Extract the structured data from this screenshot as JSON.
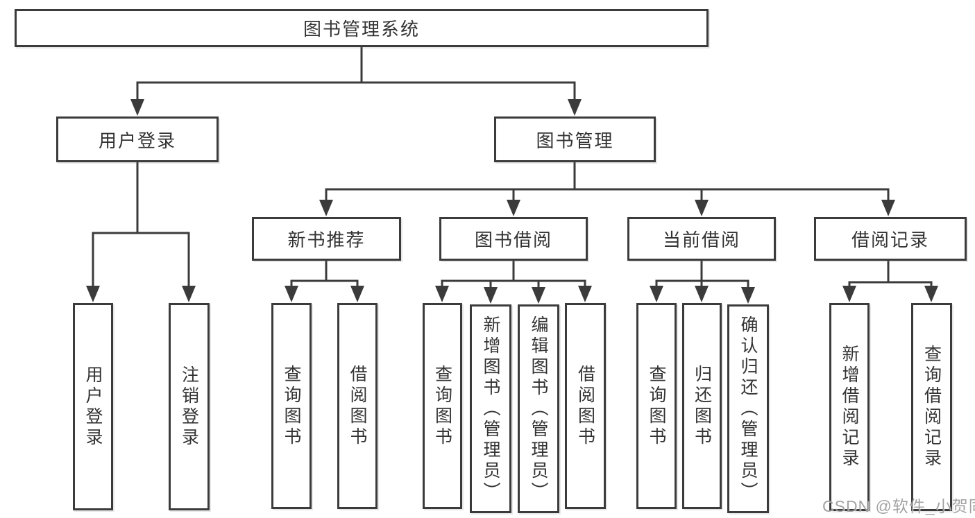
{
  "diagram": {
    "root": {
      "label": "图书管理系统"
    },
    "branches": [
      {
        "label": "用户登录",
        "leaves": [
          "用户登录",
          "注销登录"
        ]
      },
      {
        "label": "图书管理",
        "groups": [
          {
            "label": "新书推荐",
            "leaves": [
              "查询图书",
              "借阅图书"
            ]
          },
          {
            "label": "图书借阅",
            "leaves": [
              "查询图书",
              "新增图书（管理员）",
              "编辑图书（管理员）",
              "借阅图书"
            ]
          },
          {
            "label": "当前借阅",
            "leaves": [
              "查询图书",
              "归还图书",
              "确认归还（管理员）"
            ]
          },
          {
            "label": "借阅记录",
            "leaves": [
              "新增借阅记录",
              "查询借阅记录"
            ]
          }
        ]
      }
    ],
    "colors": {
      "line": "#3b3b3b",
      "text": "#333333",
      "box_bg": "#ffffff",
      "watermark": "#969696"
    }
  },
  "watermark": {
    "text": "CSDN @软件_小贺同学"
  }
}
